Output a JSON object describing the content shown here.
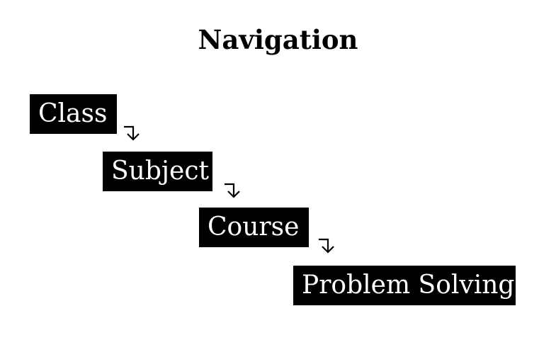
{
  "title": "Navigation",
  "steps": [
    {
      "label": "Class"
    },
    {
      "label": "Subject"
    },
    {
      "label": "Course"
    },
    {
      "label": "Problem Solving"
    }
  ],
  "colors": {
    "box_background": "#000000",
    "box_text": "#ffffff",
    "title_text": "#000000",
    "arrow": "#000000"
  },
  "icons": {
    "connector": "turn-down-arrow-icon"
  }
}
